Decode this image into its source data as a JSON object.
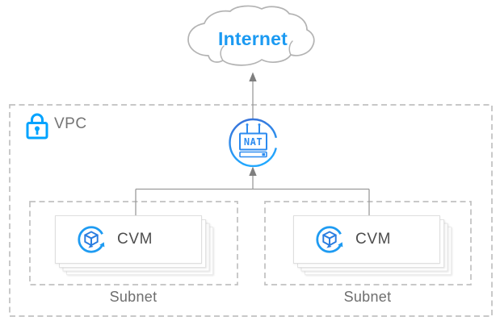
{
  "diagram": {
    "internet": {
      "label": "Internet"
    },
    "vpc": {
      "label": "VPC"
    },
    "nat": {
      "label": "NAT"
    },
    "subnets": [
      {
        "cvm": "CVM",
        "label": "Subnet"
      },
      {
        "cvm": "CVM",
        "label": "Subnet"
      }
    ],
    "icons": [
      "internet-cloud-icon",
      "vpc-lock-icon",
      "nat-gateway-icon",
      "cvm-icon"
    ],
    "colors": {
      "internet_text": "#1b9af2",
      "lock_blue": "#00a3ff",
      "nat_gradient_top": "#3a6ed6",
      "nat_gradient_bottom": "#22a8ff",
      "cvm_ring_blue": "#1e9bf2",
      "cvm_cube_blue": "#2a7de0",
      "connector_gray": "#9b9b9b",
      "arrowhead_gray": "#7f7f7f",
      "dashed_border_gray": "#c0c0c0",
      "cloud_outline_gray": "#b3b3b3",
      "label_gray": "#6e6e6e",
      "cvm_text_gray": "#4d4d4d",
      "vpc_text_gray": "#747474"
    }
  }
}
